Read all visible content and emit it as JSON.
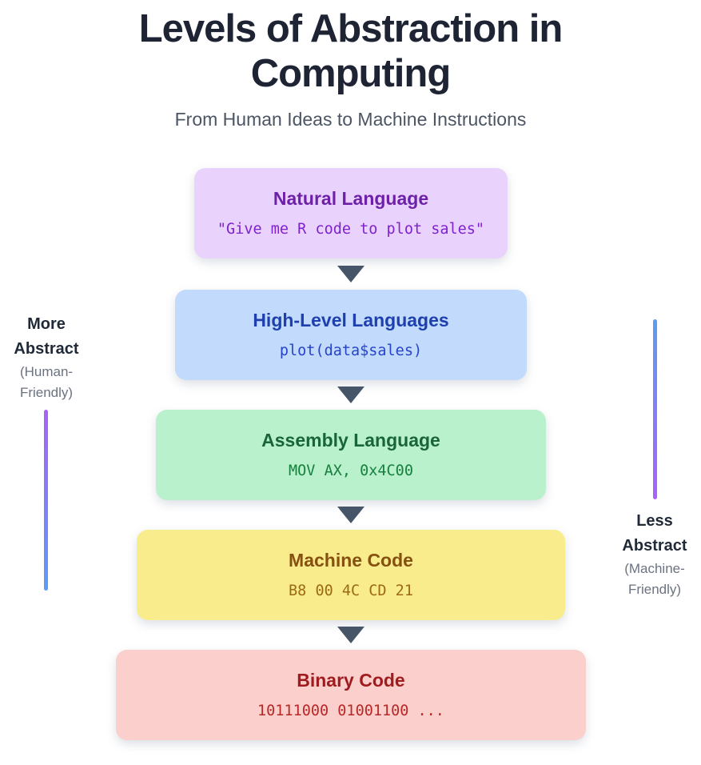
{
  "header": {
    "title": "Levels of Abstraction in Computing",
    "subtitle": "From Human Ideas to Machine Instructions"
  },
  "levels": [
    {
      "name": "Natural Language",
      "example": "\"Give me R code to plot sales\"",
      "bg_color": "#e9d3fc",
      "name_color": "#6d21a8",
      "example_color": "#7e22ce"
    },
    {
      "name": "High-Level Languages",
      "example": "plot(data$sales)",
      "bg_color": "#c2dafc",
      "name_color": "#1e40af",
      "example_color": "#2644c8"
    },
    {
      "name": "Assembly Language",
      "example": "MOV AX, 0x4C00",
      "bg_color": "#b9f1cd",
      "name_color": "#19653a",
      "example_color": "#17803d"
    },
    {
      "name": "Machine Code",
      "example": "B8 00 4C CD 21",
      "bg_color": "#f8ec8d",
      "name_color": "#855010",
      "example_color": "#9c6a12"
    },
    {
      "name": "Binary Code",
      "example": "10111000 01001100 ...",
      "bg_color": "#fbcfcb",
      "name_color": "#9f1b1e",
      "example_color": "#b92828"
    }
  ],
  "annotations": {
    "left": {
      "label_line1": "More",
      "label_line2": "Abstract",
      "sub_line1": "(Human-",
      "sub_line2": "Friendly)"
    },
    "right": {
      "label_line1": "Less",
      "label_line2": "Abstract",
      "sub_line1": "(Machine-",
      "sub_line2": "Friendly)"
    }
  },
  "colors": {
    "arrow": "#475569",
    "rail_purple": "#a862f8",
    "rail_blue": "#5b9cf6",
    "title": "#1e2433",
    "subtitle": "#4b5563",
    "side_label": "#1f2937",
    "side_sub": "#6b7280"
  }
}
